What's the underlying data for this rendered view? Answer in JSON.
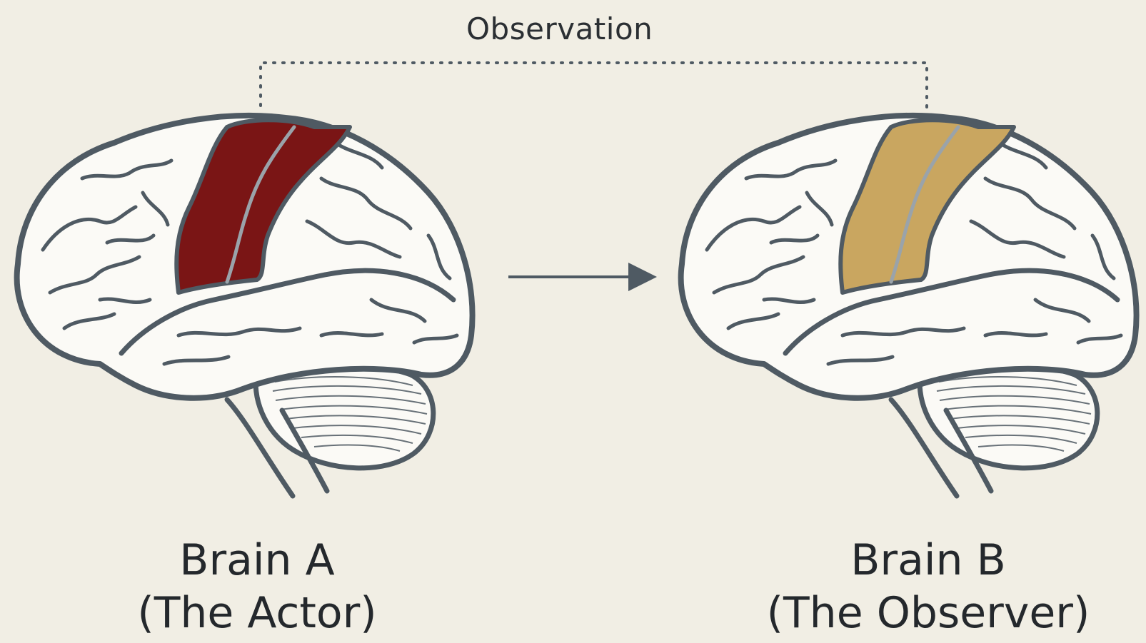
{
  "observation_label": "Observation",
  "brains": [
    {
      "name": "Brain A",
      "role": "(The Actor)",
      "highlight_color": "#7a1515"
    },
    {
      "name": "Brain B",
      "role": "(The Observer)",
      "highlight_color": "#c9a660"
    }
  ],
  "colors": {
    "background": "#f1eee4",
    "outline": "#4f5a63",
    "brain_fill": "#fbfaf6",
    "arrow": "#4f5a63"
  }
}
